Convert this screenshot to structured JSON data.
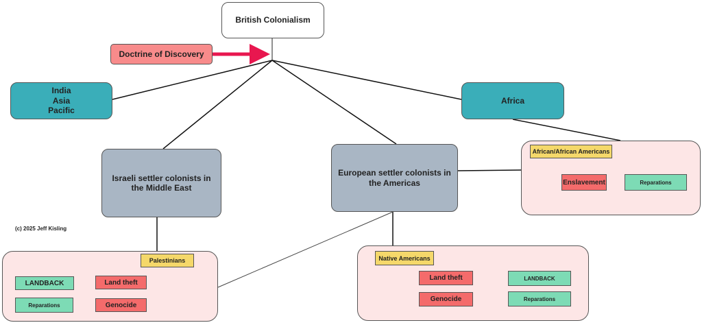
{
  "title": "British Colonialism",
  "influence": {
    "label": "Doctrine of Discovery",
    "arrow_color": "#e8174f"
  },
  "regions": [
    {
      "id": "india",
      "label": "India\nAsia\nPacific"
    },
    {
      "id": "africa",
      "label": "Africa"
    }
  ],
  "settlers": [
    {
      "id": "israeli",
      "label": "Israeli settler colonists in\nthe Middle East"
    },
    {
      "id": "european",
      "label": "European settler colonists in\nthe Americas"
    }
  ],
  "groups": {
    "palestinians": {
      "label": "Palestinians",
      "pairs": [
        {
          "harm": "Land theft",
          "remedy": "LANDBACK"
        },
        {
          "harm": "Genocide",
          "remedy": "Reparations"
        }
      ]
    },
    "african_americans": {
      "label": "African/African Americans",
      "pairs": [
        {
          "harm": "Enslavement",
          "remedy": "Reparations"
        }
      ]
    },
    "native_americans": {
      "label": "Native Americans",
      "pairs": [
        {
          "harm": "Land theft",
          "remedy": "LANDBACK"
        },
        {
          "harm": "Genocide",
          "remedy": "Reparations"
        }
      ]
    }
  },
  "copyright": "(c) 2025 Jeff Kisling",
  "colors": {
    "region": "#3aaeb9",
    "settler": "#a9b6c4",
    "panel": "#fde6e6",
    "group": "#f5d86a",
    "harm": "#f46b6b",
    "remedy": "#7ddbb5",
    "doctrine": "#f88b8b"
  }
}
